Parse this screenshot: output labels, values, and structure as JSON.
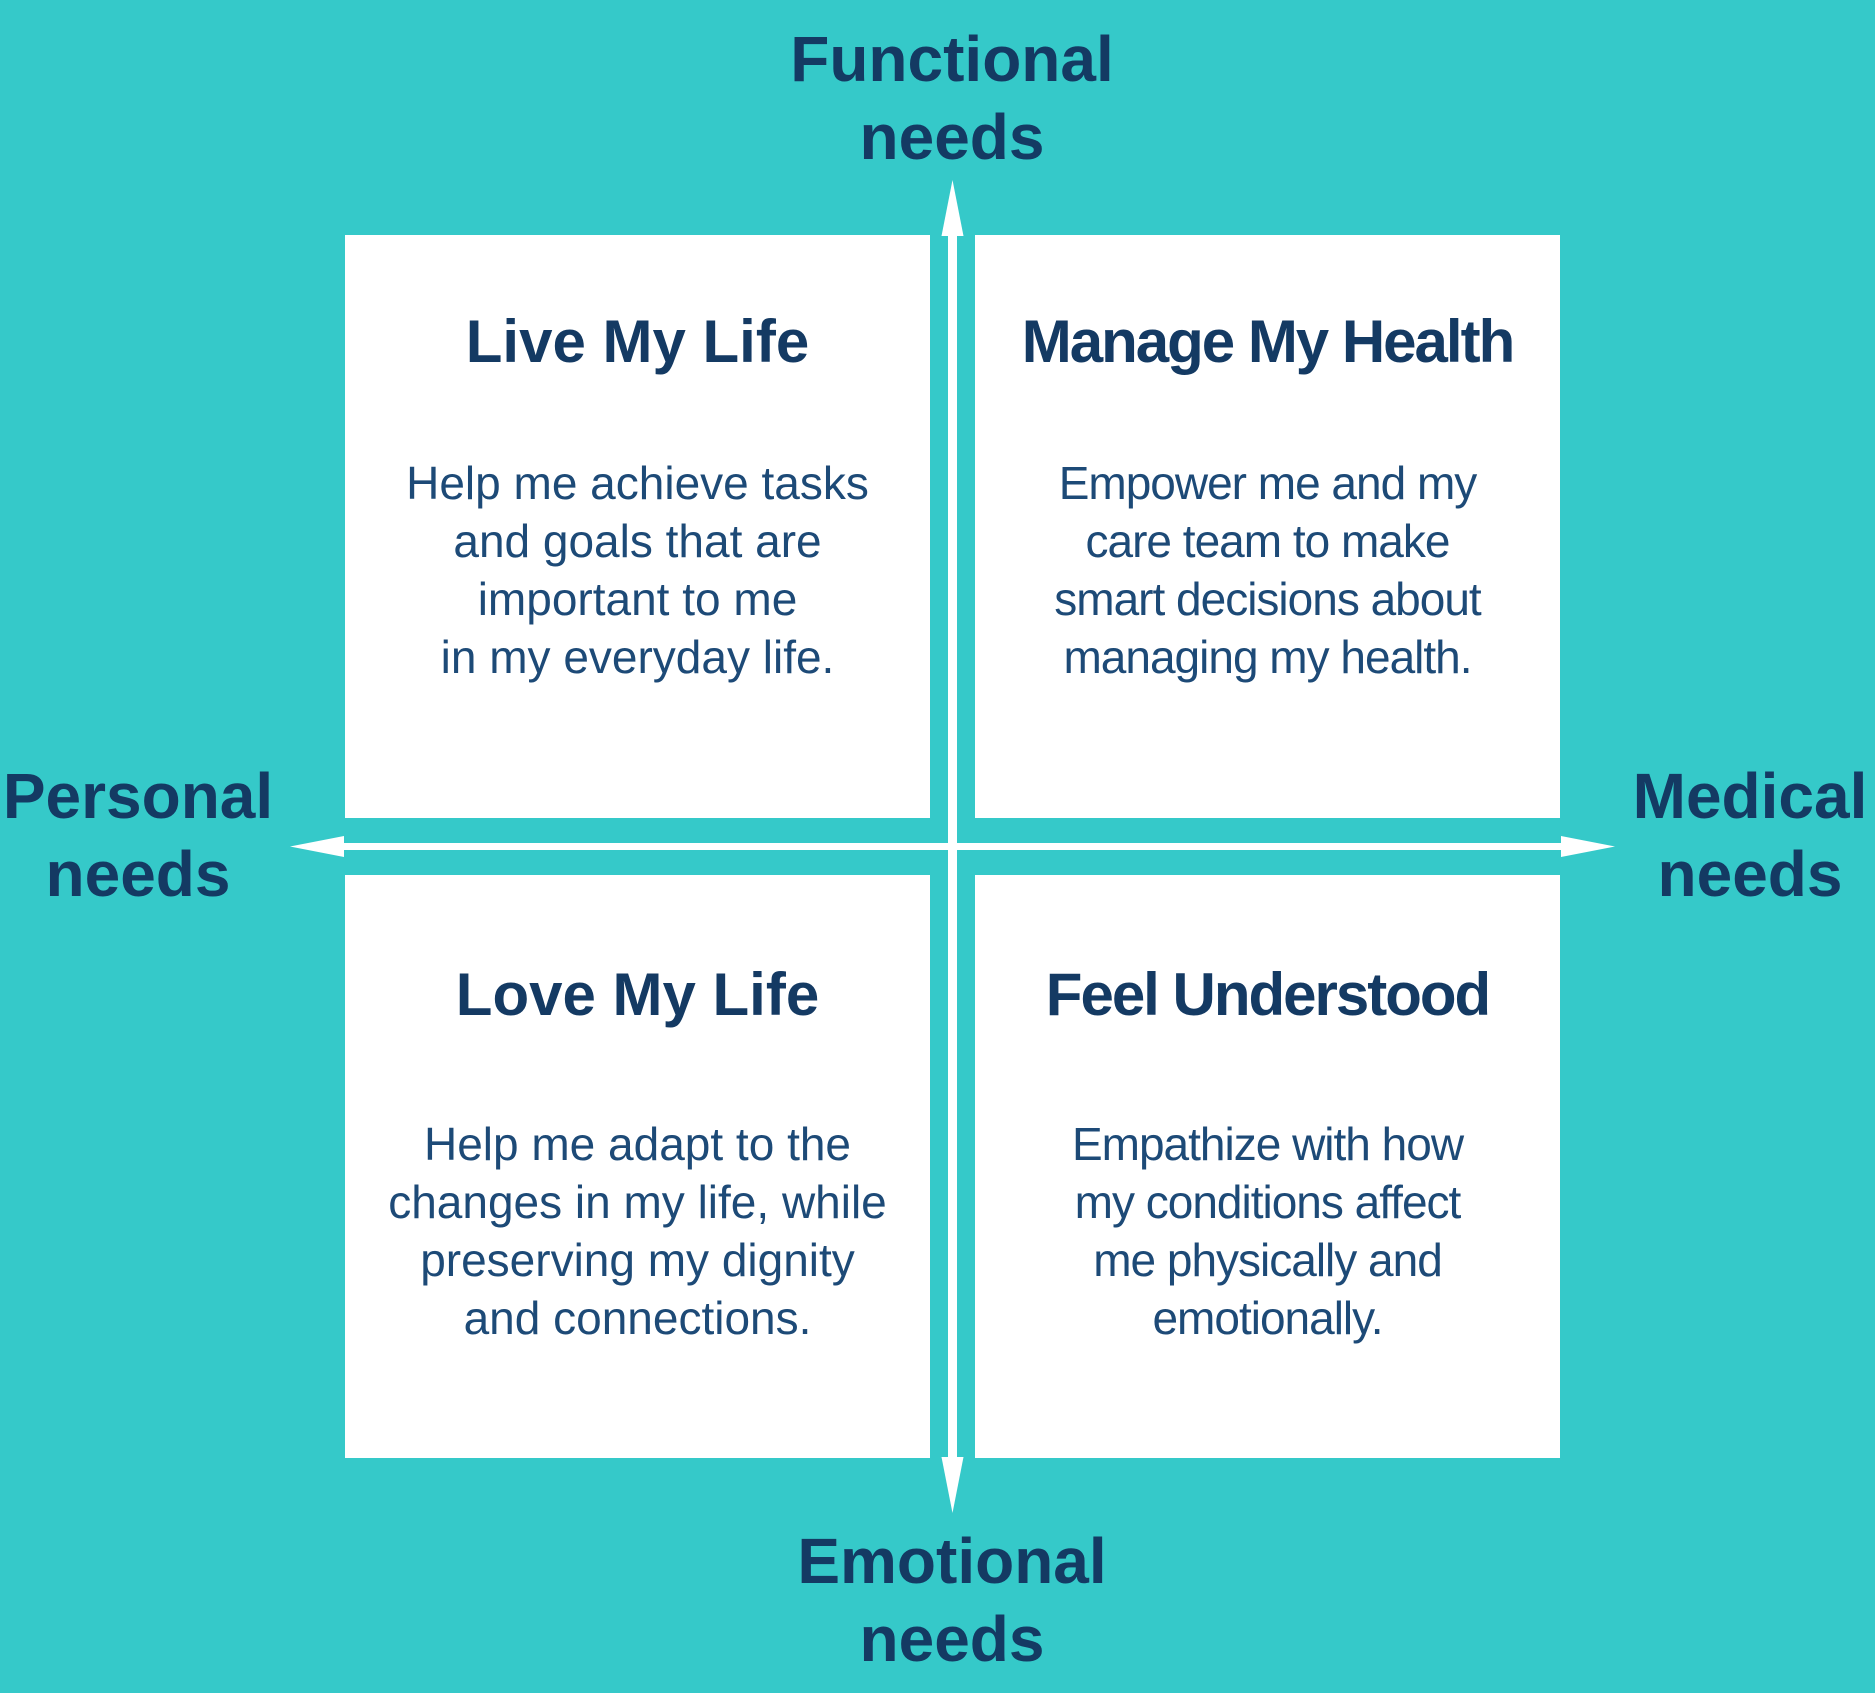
{
  "diagram_title": "Patient needs quadrant diagram",
  "colors": {
    "bg": "#35C9C9",
    "card": "#FFFFFF",
    "heading": "#143A63",
    "body": "#1D4A77",
    "axis": "#FFFFFF"
  },
  "axis": {
    "labels": {
      "top": "Functional\nneeds",
      "bottom": "Emotional\nneeds",
      "left": "Personal\nneeds",
      "right": "Medical\nneeds"
    }
  },
  "quadrants": [
    {
      "position": "top-left",
      "title": "Live My Life",
      "body_lines": [
        "Help me achieve tasks",
        "and goals that are",
        "important to me",
        "in my everyday life."
      ]
    },
    {
      "position": "top-right",
      "title": "Manage My Health",
      "body_lines": [
        "Empower me and my",
        "care team to make",
        "smart decisions about",
        "managing my health."
      ]
    },
    {
      "position": "bottom-left",
      "title": "Love My Life",
      "body_lines": [
        "Help me adapt to the",
        "changes in my life, while",
        "preserving my dignity",
        "and connections."
      ]
    },
    {
      "position": "bottom-right",
      "title": "Feel Understood",
      "body_lines": [
        "Empathize with how",
        "my conditions affect",
        "me physically and",
        "emotionally."
      ]
    }
  ]
}
